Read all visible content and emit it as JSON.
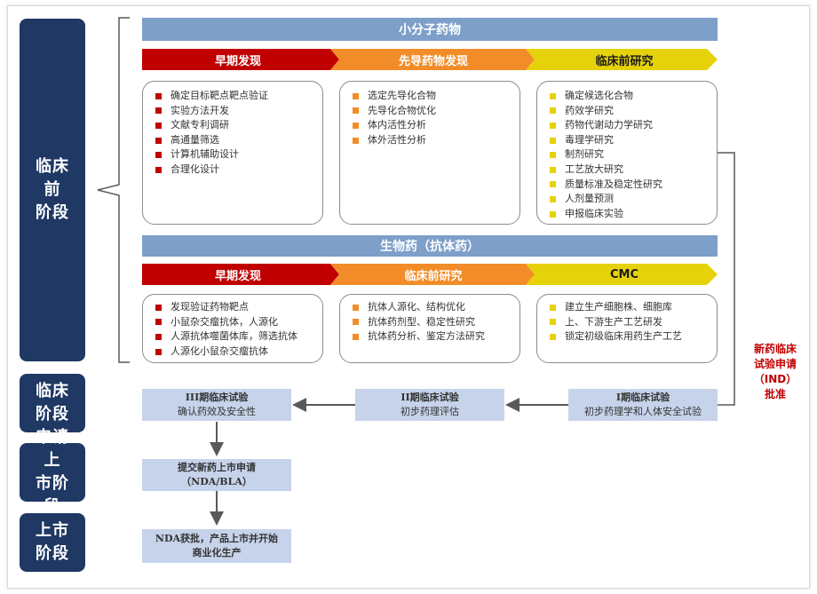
{
  "colors": {
    "phase_bg": "#1f3864",
    "header_bar": "#7d9fc8",
    "stage_red": "#c00000",
    "stage_orange": "#f28c28",
    "stage_yellow": "#e6d20a",
    "trial_box": "#c6d3ea",
    "approval_text": "#c00000"
  },
  "phases": {
    "preclinical": [
      "临床前",
      "阶段"
    ],
    "clinical": [
      "临床",
      "阶段"
    ],
    "filing": [
      "申请上",
      "市阶段"
    ],
    "market": [
      "上市",
      "阶段"
    ]
  },
  "small_molecule": {
    "title": "小分子药物",
    "stages": [
      "早期发现",
      "先导药物发现",
      "临床前研究"
    ],
    "columns": [
      [
        "确定目标靶点靶点验证",
        "实验方法开发",
        "文献专利调研",
        "高通量筛选",
        "计算机辅助设计",
        "合理化设计"
      ],
      [
        "选定先导化合物",
        "先导化合物优化",
        "体内活性分析",
        "体外活性分析"
      ],
      [
        "确定候选化合物",
        "药效学研究",
        "药物代谢动力学研究",
        "毒理学研究",
        "制剂研究",
        "工艺放大研究",
        "质量标准及稳定性研究",
        "人剂量预测",
        "申报临床实验"
      ]
    ]
  },
  "biologic": {
    "title": "生物药（抗体药）",
    "stages": [
      "早期发现",
      "临床前研究",
      "CMC"
    ],
    "columns": [
      [
        "发现验证药物靶点",
        "小鼠杂交瘤抗体，人源化",
        "人源抗体噬菌体库，筛选抗体",
        "人源化小鼠杂交瘤抗体"
      ],
      [
        "抗体人源化、结构优化",
        "抗体药剂型、稳定性研究",
        "抗体药分析、鉴定方法研究"
      ],
      [
        "建立生产细胞株、细胞库",
        "上、下游生产工艺研发",
        "锁定初级临床用药生产工艺"
      ]
    ]
  },
  "approval": [
    "新药临床",
    "试验申请",
    "（IND）",
    "批准"
  ],
  "trials": {
    "phase1": {
      "title": "I期临床试验",
      "sub": "初步药理学和人体安全试验"
    },
    "phase2": {
      "title": "II期临床试验",
      "sub": "初步药理评估"
    },
    "phase3": {
      "title": "III期临床试验",
      "sub": "确认药效及安全性"
    }
  },
  "nda": [
    "提交新药上市申请",
    "（NDA/BLA）"
  ],
  "launch": [
    "NDA获批，产品上市并开始",
    "商业化生产"
  ]
}
